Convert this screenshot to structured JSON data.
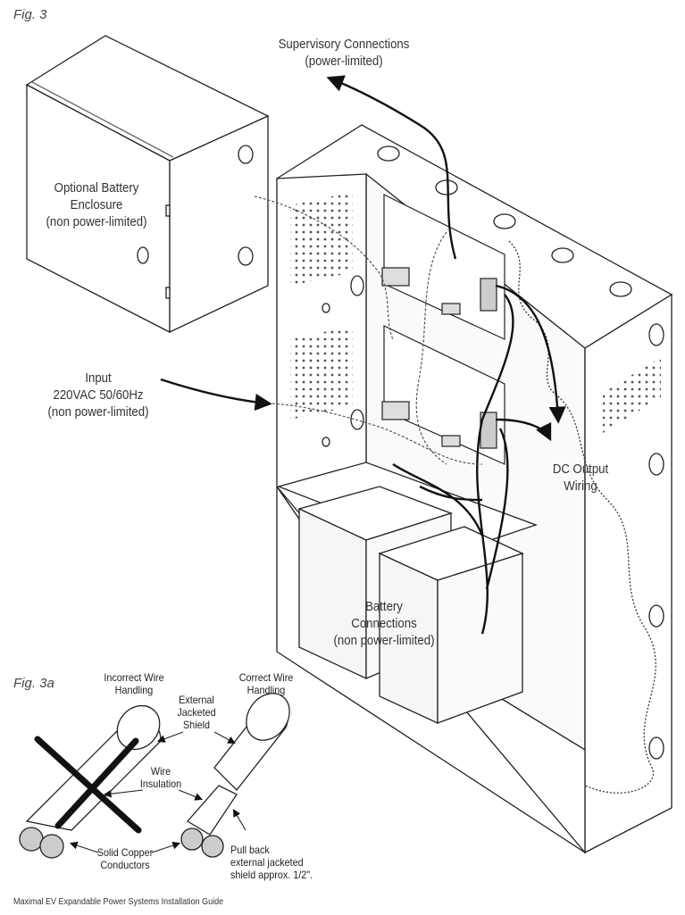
{
  "figure_label": "Fig. 3",
  "figure_label_3a": "Fig. 3a",
  "labels": {
    "supervisory": [
      "Supervisory Connections",
      "(power-limited)"
    ],
    "battery_enclosure": [
      "Optional Battery",
      "Enclosure",
      "(non power-limited)"
    ],
    "input": [
      "Input",
      "220VAC 50/60Hz",
      "(non power-limited)"
    ],
    "dc_output": [
      "DC Output",
      "Wiring"
    ],
    "battery_connections": [
      "Battery",
      "Connections",
      "(non power-limited)"
    ]
  },
  "wire_labels": {
    "incorrect": [
      "Incorrect Wire",
      "Handling"
    ],
    "correct": [
      "Correct Wire",
      "Handling"
    ],
    "external_shield": [
      "External",
      "Jacketed",
      "Shield"
    ],
    "wire_insulation": [
      "Wire",
      "Insulation"
    ],
    "solid_copper": [
      "Solid Copper",
      "Conductors"
    ],
    "pull_back": [
      "Pull back",
      "external jacketed",
      "shield approx. 1/2\"."
    ]
  },
  "footer": "Maximal EV Expandable Power Systems Installation Guide"
}
